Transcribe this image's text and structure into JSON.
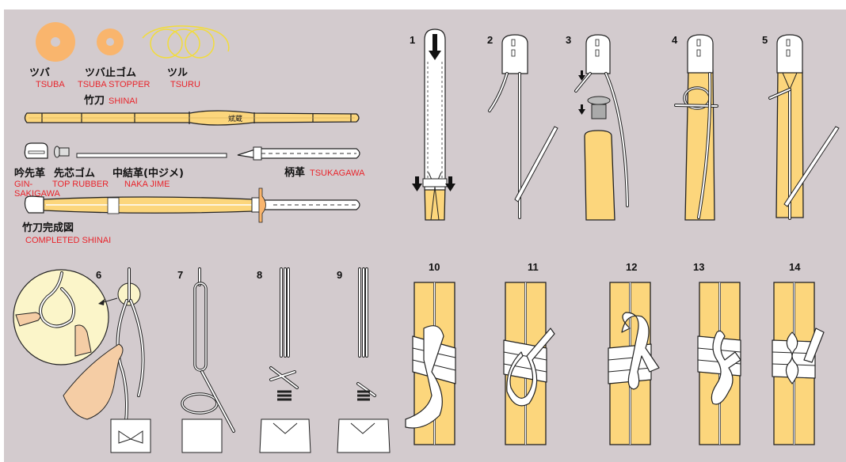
{
  "parts": {
    "tsuba": {
      "jp": "ツバ",
      "en": "TSUBA"
    },
    "tsuba_stopper": {
      "jp": "ツバ止ゴム",
      "en": "TSUBA STOPPER"
    },
    "tsuru": {
      "jp": "ツル",
      "en": "TSURU"
    },
    "shinai": {
      "jp": "竹刀",
      "en": "SHINAI"
    },
    "gin_sakigawa": {
      "jp": "吟先革",
      "en_line1": "GIN-",
      "en_line2": "SAKIGAWA"
    },
    "top_rubber": {
      "jp": "先芯ゴム",
      "en": "TOP RUBBER"
    },
    "naka_jime": {
      "jp": "中結革(中ジメ)",
      "en": "NAKA JIME"
    },
    "tsukagawa": {
      "jp": "柄革",
      "en": "TSUKAGAWA"
    },
    "completed": {
      "jp": "竹刀完成図",
      "en": "COMPLETED SHINAI"
    }
  },
  "steps": [
    "1",
    "2",
    "3",
    "4",
    "5",
    "6",
    "7",
    "8",
    "9",
    "10",
    "11",
    "12",
    "13",
    "14"
  ],
  "colors": {
    "background": "#d3cbce",
    "bamboo": "#fcd67c",
    "tsuba": "#f9b56d",
    "tsuru": "#f2dc3a",
    "label_red": "#e8242b",
    "skin": "#f5cda5",
    "inset": "#fbf5c9"
  }
}
